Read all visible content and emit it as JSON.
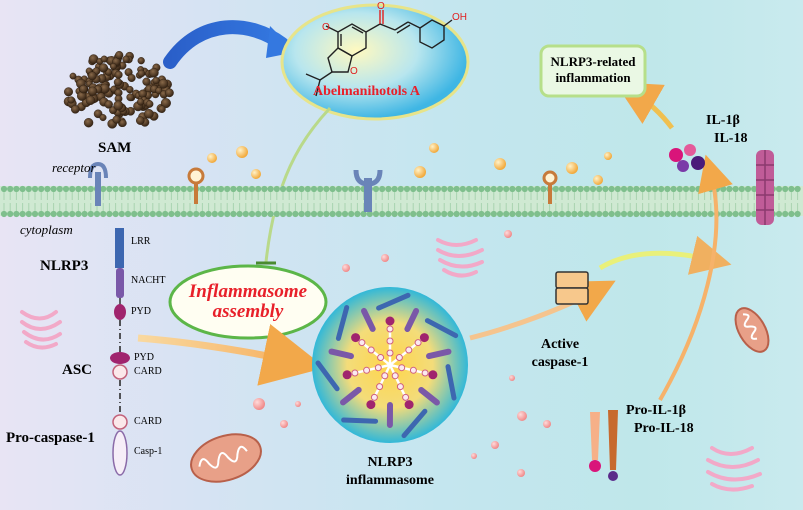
{
  "source_label": "SAM",
  "compound": {
    "name": "Abelmanihotols A",
    "oh_label": "OH"
  },
  "membrane": {
    "receptor_label": "receptor",
    "cytoplasm_label": "cytoplasm"
  },
  "nlrp3": {
    "name": "NLRP3",
    "domains": [
      "LRR",
      "NACHT",
      "PYD"
    ]
  },
  "asc": {
    "name": "ASC",
    "domains": [
      "PYD",
      "CARD"
    ]
  },
  "pro_caspase": {
    "name": "Pro-caspase-1",
    "domains": [
      "CARD",
      "Casp-1"
    ]
  },
  "inhibition_label_line1": "Inflammasome",
  "inhibition_label_line2": "assembly",
  "complex_label_line1": "NLRP3",
  "complex_label_line2": "inflammasome",
  "active_caspase_line1": "Active",
  "active_caspase_line2": "caspase-1",
  "pro_il_line1": "Pro-IL-1β",
  "pro_il_line2": "Pro-IL-18",
  "il_line1": "IL-1β",
  "il_line2": "IL-18",
  "outcome_line1": "NLRP3-related",
  "outcome_line2": "inflammation",
  "colors": {
    "red_label": "#e8202a",
    "ellipse_green": "#4caf50",
    "membrane": "#8fc39a"
  }
}
